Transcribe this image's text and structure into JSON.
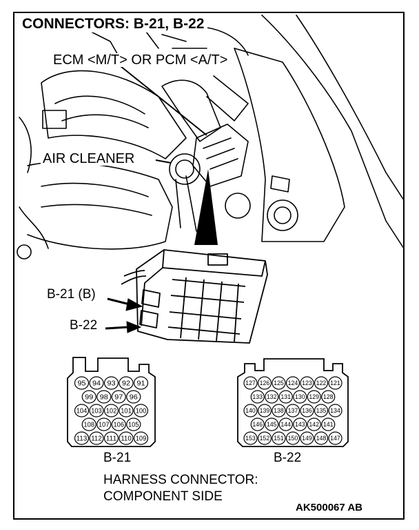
{
  "title": "CONNECTORS: B-21, B-22",
  "labels": {
    "ecm": "ECM <M/T> OR PCM <A/T>",
    "air_cleaner": "AIR CLEANER",
    "b21_arrow": "B-21 (B)",
    "b22_arrow": "B-22",
    "b21_name": "B-21",
    "b22_name": "B-22",
    "harness_line1": "HARNESS CONNECTOR:",
    "harness_line2": "COMPONENT SIDE",
    "code": "AK500067 AB"
  },
  "connector_b21": {
    "rows": [
      [
        "95",
        "94",
        "93",
        "92",
        "91"
      ],
      [
        "99",
        "98",
        "97",
        "96"
      ],
      [
        "104",
        "103",
        "102",
        "101",
        "100"
      ],
      [
        "108",
        "107",
        "106",
        "105"
      ],
      [
        "113",
        "112",
        "111",
        "110",
        "109"
      ]
    ]
  },
  "connector_b22": {
    "rows": [
      [
        "127",
        "126",
        "125",
        "124",
        "123",
        "122",
        "121"
      ],
      [
        "133",
        "132",
        "131",
        "130",
        "129",
        "128"
      ],
      [
        "140",
        "139",
        "138",
        "137",
        "136",
        "135",
        "134"
      ],
      [
        "146",
        "145",
        "144",
        "143",
        "142",
        "141"
      ],
      [
        "153",
        "152",
        "151",
        "150",
        "149",
        "148",
        "147"
      ]
    ]
  }
}
